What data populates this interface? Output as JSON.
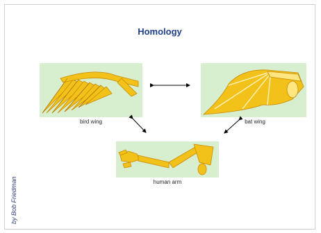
{
  "slide": {
    "title": "Homology",
    "credit": "by Bob Friedman"
  },
  "panels": {
    "bird_caption": "bird wing",
    "bat_caption": "bat wing",
    "human_caption": "human arm"
  },
  "colors": {
    "title": "#1f3f88",
    "panel_bg": "#d8efcf",
    "bone": "#f3c21a",
    "bone_dark": "#c98a00",
    "arrow": "#000000"
  }
}
